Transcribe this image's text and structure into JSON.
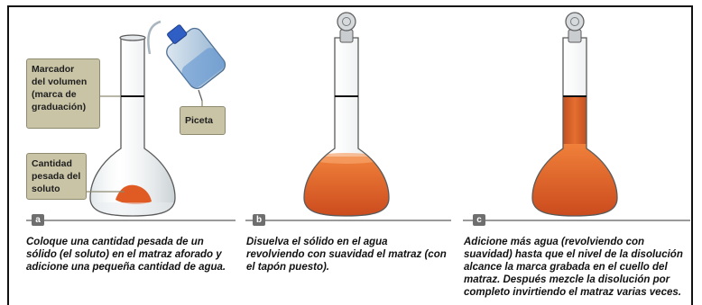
{
  "callouts": {
    "volume_marker": "Marcador\ndel volumen\n(marca de\ngraduación)",
    "wash_bottle": "Piceta",
    "weighed_solute": "Cantidad\npesada del\nsoluto"
  },
  "steps": [
    {
      "badge": "a",
      "caption": "Coloque una cantidad pesada de un sólido (el soluto) en el matraz aforado y adicione una pequeña cantidad de agua."
    },
    {
      "badge": "b",
      "caption": "Disuelva el sólido en el agua revolviendo con suavidad el matraz (con el tapón puesto)."
    },
    {
      "badge": "c",
      "caption": "Adicione más agua (revolviendo con suavidad) hasta que el nivel de la disolución alcance la marca grabada en el cuello del matraz. Después mezcle la disolución por completo invirtiendo el matraz varias veces."
    }
  ],
  "colors": {
    "solution": "#e0622a",
    "callout_bg": "#c9c4a6",
    "glass_outline": "#5a5a5a"
  }
}
